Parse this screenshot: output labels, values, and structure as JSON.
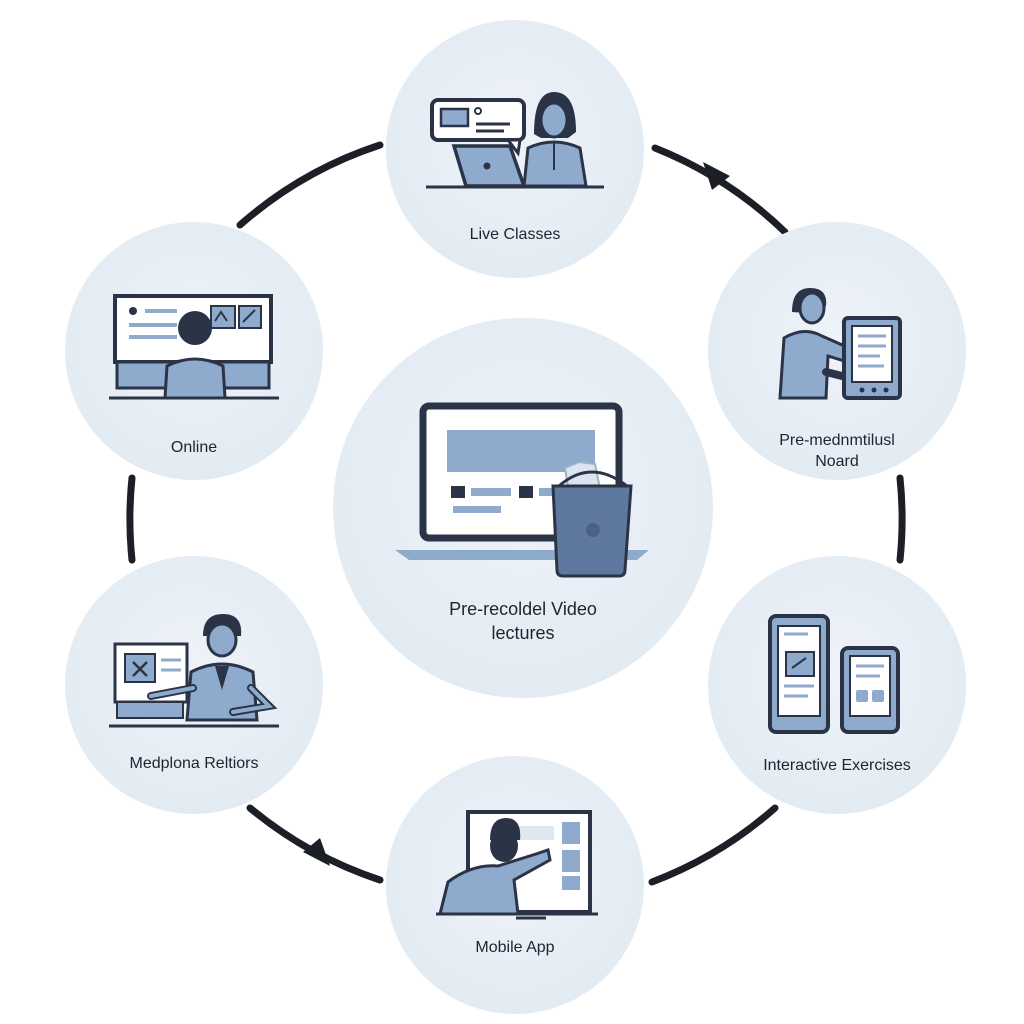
{
  "nodes": {
    "center": {
      "label_1": "Pre-recoldel Video",
      "label_2": "lectures"
    },
    "top": {
      "label_1": "Live Classes"
    },
    "upper_left": {
      "label_1": "Online"
    },
    "upper_right": {
      "label_1": "Pre-mednmtilusl",
      "label_2": "Noard"
    },
    "lower_left": {
      "label_1": "Medplona Reltiors"
    },
    "lower_right": {
      "label_1": "Interactive Exercises"
    },
    "bottom": {
      "label_1": "Mobile App"
    }
  },
  "colors": {
    "ring": "#1c1f26",
    "node_fill": "#e3ebf3",
    "illustration_blue": "#8eaacd",
    "illustration_dark": "#2b3447",
    "label_text": "#1f2430"
  }
}
